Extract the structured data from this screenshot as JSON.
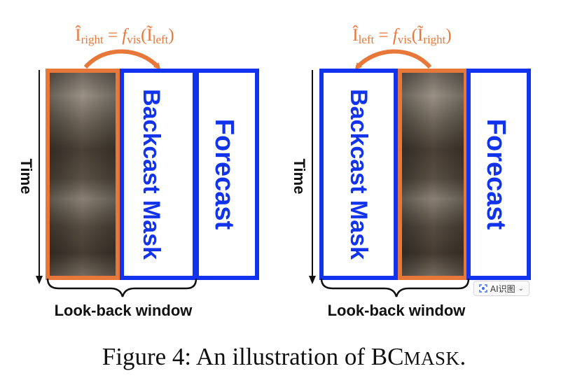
{
  "panels": [
    {
      "formula": {
        "lhs": "Î",
        "lhs_sub": "right",
        "eq": " = ",
        "fn": "f",
        "fn_sub": "vis",
        "open": "(",
        "arg": "Ĩ",
        "arg_sub": "left",
        "close": ")"
      },
      "time_label": "Time",
      "backcast_label": "Backcast Mask",
      "forecast_label": "Forecast",
      "window_label": "Look-back window"
    },
    {
      "formula": {
        "lhs": "Î",
        "lhs_sub": "left",
        "eq": " = ",
        "fn": "f",
        "fn_sub": "vis",
        "open": "(",
        "arg": "Ĩ",
        "arg_sub": "right",
        "close": ")"
      },
      "time_label": "Time",
      "backcast_label": "Backcast Mask",
      "forecast_label": "Forecast",
      "window_label": "Look-back window"
    }
  ],
  "caption": {
    "prefix": "Figure 4: An illustration of BC",
    "smallcaps": "MASK",
    "suffix": "."
  },
  "ai_badge": {
    "label": "AI识图",
    "icon": "ai-scan-icon",
    "chevron": "chevron-down-icon"
  },
  "colors": {
    "orange": "#e8773a",
    "blue": "#1133ee",
    "black": "#111111"
  }
}
